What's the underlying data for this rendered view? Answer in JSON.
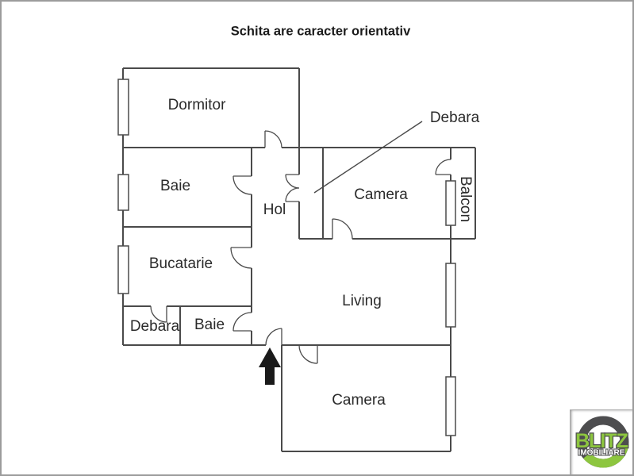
{
  "title": "Schita are caracter orientativ",
  "labels": {
    "dormitor": "Dormitor",
    "baie_top": "Baie",
    "bucatarie": "Bucatarie",
    "debara_small": "Debara",
    "baie_bottom": "Baie",
    "hol": "Hol",
    "camera_top": "Camera",
    "balcon": "Balcon",
    "debara_closet": "Debara",
    "living": "Living",
    "camera_bottom": "Camera"
  },
  "icons": {
    "entrance_arrow": "up-arrow"
  },
  "logo": {
    "brand": "BLITZ",
    "subtitle": "IMOBILIARE"
  },
  "colors": {
    "wall": "#4a4a4a",
    "label_text": "#2b2b2b",
    "logo_green": "#8dc63f",
    "logo_gray": "#4d4d4f"
  }
}
